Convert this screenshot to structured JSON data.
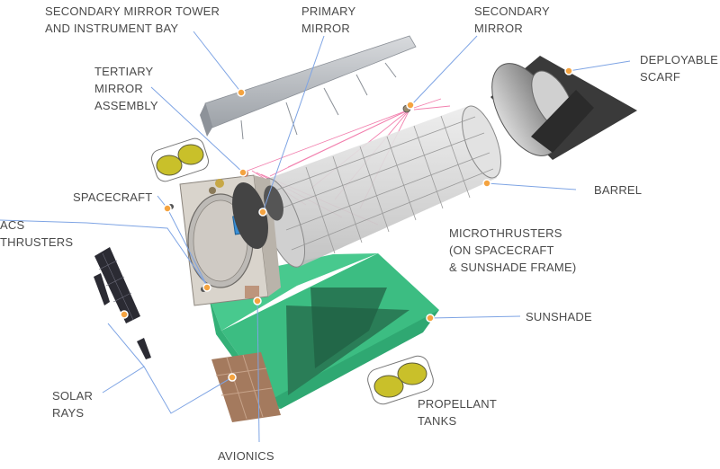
{
  "colors": {
    "leader": "#7ea4e4",
    "dot": "#f4a340",
    "label_text": "#4a4a4a",
    "sunshade_green": "#3cc083",
    "barrel_gray": "#cfcfcf",
    "laser_pink": "#f06aa0",
    "tank_yellow": "#c9c02a",
    "solar_panel": "#2d2d36",
    "avionics_brown": "#a07558"
  },
  "labels": {
    "secondary_tower": "SECONDARY MIRROR TOWER\nAND INSTRUMENT BAY",
    "primary_mirror": "PRIMARY\nMIRROR",
    "secondary_mirror": "SECONDARY\nMIRROR",
    "deployable_scarf": "DEPLOYABLE\nSCARF",
    "tertiary_mirror": "TERTIARY\nMIRROR\nASSEMBLY",
    "barrel": "BARREL",
    "spacecraft": "SPACECRAFT",
    "acs_thrusters": "ACS\nTHRUSTERS",
    "microthrusters": "MICROTHRUSTERS\n(ON SPACECRAFT\n& SUNSHADE FRAME)",
    "sunshade": "SUNSHADE",
    "solar_rays": "SOLAR\nRAYS",
    "propellant_tanks": "PROPELLANT\nTANKS",
    "avionics": "AVIONICS"
  }
}
